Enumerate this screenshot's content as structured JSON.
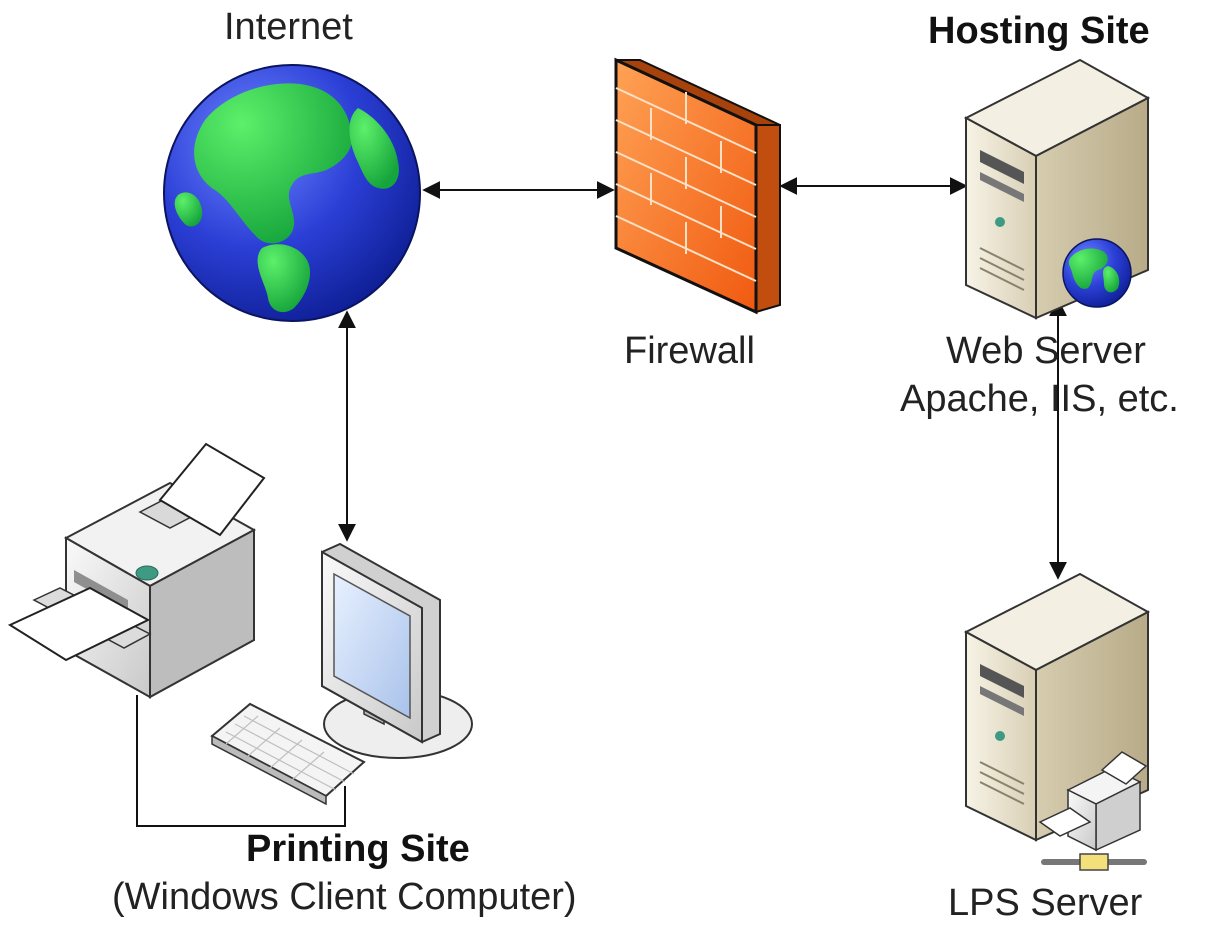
{
  "labels": {
    "internet": "Internet",
    "hosting_site": "Hosting Site",
    "firewall": "Firewall",
    "web_server_line1": "Web Server",
    "web_server_line2": "Apache, IIS, etc.",
    "printing_site": "Printing Site",
    "printing_site_sub": "(Windows Client Computer)",
    "lps_server": "LPS Server"
  },
  "nodes": [
    {
      "id": "internet-globe",
      "icon": "globe-icon"
    },
    {
      "id": "firewall",
      "icon": "firewall-icon"
    },
    {
      "id": "web-server",
      "icon": "server-icon",
      "badge": "globe-icon"
    },
    {
      "id": "lps-server",
      "icon": "server-icon",
      "badge": "printer-icon"
    },
    {
      "id": "client-computer",
      "icon": "monitor-icon"
    },
    {
      "id": "keyboard",
      "icon": "keyboard-icon"
    },
    {
      "id": "printer",
      "icon": "printer-icon"
    }
  ],
  "connections": [
    {
      "from": "internet-globe",
      "to": "firewall",
      "style": "bidirectional"
    },
    {
      "from": "firewall",
      "to": "web-server",
      "style": "bidirectional"
    },
    {
      "from": "internet-globe",
      "to": "client-computer",
      "style": "bidirectional"
    },
    {
      "from": "web-server",
      "to": "lps-server",
      "style": "bidirectional"
    },
    {
      "from": "printer",
      "to": "keyboard",
      "style": "line"
    }
  ],
  "colors": {
    "ocean": "#2b3fd6",
    "land": "#22b24a",
    "firewall": "#f07a2a",
    "server": "#e9e2cf",
    "line": "#111111"
  }
}
